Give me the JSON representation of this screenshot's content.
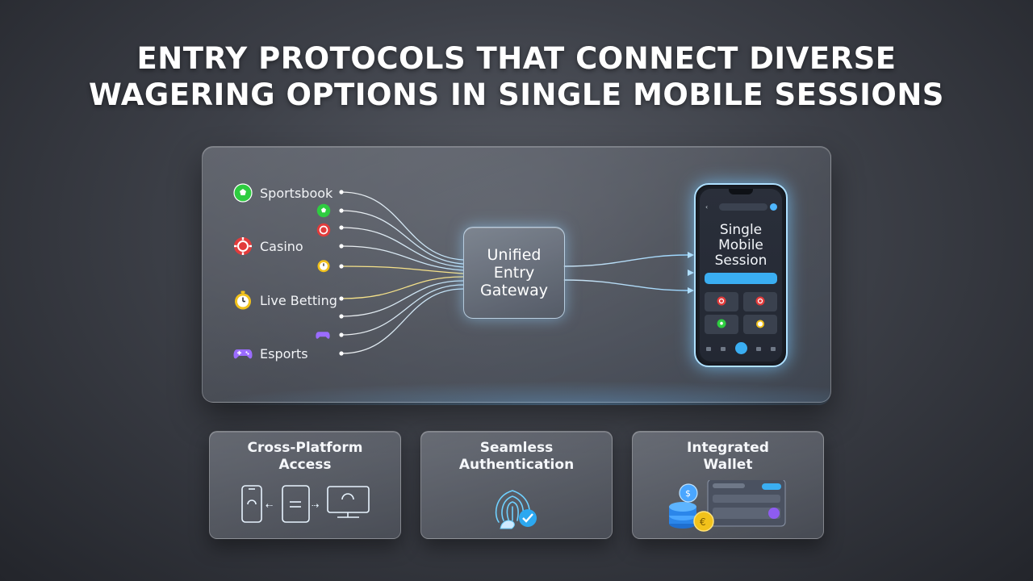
{
  "header": {
    "title_line1": "ENTRY PROTOCOLS THAT CONNECT DIVERSE",
    "title_line2": "WAGERING OPTIONS IN SINGLE MOBILE SESSIONS"
  },
  "sources": [
    {
      "label": "Sportsbook",
      "icon": "soccer-ball-icon",
      "color": "#2ecc40"
    },
    {
      "label": "Casino",
      "icon": "poker-chip-icon",
      "color": "#e23b3b"
    },
    {
      "label": "Live Betting",
      "icon": "stopwatch-icon",
      "color": "#f2c21b"
    },
    {
      "label": "Esports",
      "icon": "gamepad-icon",
      "color": "#9b6cff"
    }
  ],
  "gateway": {
    "line1": "Unified",
    "line2": "Entry",
    "line3": "Gateway"
  },
  "phone": {
    "title_line1": "Single",
    "title_line2": "Mobile",
    "title_line3": "Session"
  },
  "features": [
    {
      "line1": "Cross-Platform",
      "line2": "Access",
      "icon": "devices-sync-icon"
    },
    {
      "line1": "Seamless",
      "line2": "Authentication",
      "icon": "fingerprint-icon"
    },
    {
      "line1": "Integrated",
      "line2": "Wallet",
      "icon": "wallet-icon"
    }
  ],
  "colors": {
    "accent": "#3aaef2",
    "glow": "#aee0ff"
  }
}
